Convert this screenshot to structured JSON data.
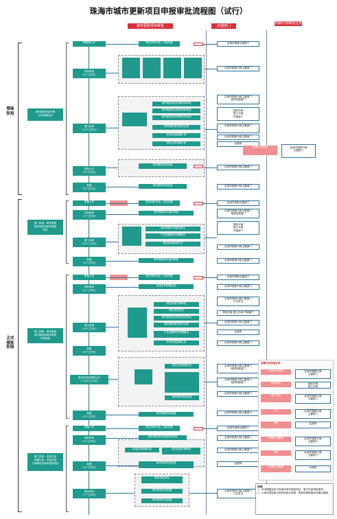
{
  "title": "珠海市城市更新项目申报审批流程图（试行）",
  "columns": {
    "left": "城市更新项目审批",
    "middle": "办理部门",
    "right": "前期计划审批业务"
  },
  "stages": {
    "pre": "预审\n阶段",
    "formal": "正式\n报批\n阶段"
  },
  "phases": {
    "p0": "城市更新项目申报\n主体资格认定",
    "p1": "第一阶段：城市更新\n单元规划及城市更新\n项目",
    "p2": "第二阶段：城市更新\n单元规划及城市更新\n专项规划",
    "p3": "第三阶段：实施主体\n资格认定、项目实施\n方案审批及城市更新项目"
  },
  "steps": [
    {
      "label": "预受理入件"
    },
    {
      "label": "材料审查\n（3个工作日）"
    },
    {
      "label": "部门会审\n（15个工作日）"
    },
    {
      "label": "网站公示\n（5个工作日）"
    },
    {
      "label": "批复\n（3个工作日）"
    },
    {
      "label": "受理入件"
    },
    {
      "label": "材料审查\n（2个工作日）"
    },
    {
      "label": "部门会审\n（15个工作日）"
    },
    {
      "label": "批复\n（3个工作日）"
    },
    {
      "label": "受理入件"
    },
    {
      "label": "材料审查\n（2个工作日）"
    },
    {
      "label": "部门会审\n（20个工作日）"
    },
    {
      "label": "批复\n（3个工作日）"
    },
    {
      "label": "意见征询及审批公示\n（1-28个工作日）"
    },
    {
      "label": "批复\n（3个工作日）"
    },
    {
      "label": "受理入件"
    },
    {
      "label": "材料审查\n（2个工作日）"
    },
    {
      "label": "批复\n（3个工作日）"
    },
    {
      "label": "联合审查\n（7个工作日）"
    }
  ],
  "tasks": [
    "提交材料齐全、内容完整",
    "城市更新项目申报材料审查",
    "城市更新单元规划材料审查",
    "城市更新项目审批意见征询",
    "城市更新规划意见征询",
    "意见征询结果汇总",
    "项目主体资格认定",
    "城市更新项目批复",
    "产业发展研究专题报告",
    "城市更新单元规划审批",
    "城市更新专项规划意见",
    "建设用地规划许可",
    "实施主体资格认定",
    "项目实施方案审批",
    "联合审查意见"
  ],
  "departments": [
    "区城市更新主管部门",
    "区城市更新行政主管部门",
    "区城市更新行政主管部门\n相关职能部门",
    "规划分局\n国土分局\n环保部门",
    "区城市更新行政主管部门",
    "区政府",
    "区城市更新行政主管部门\n汇总意见"
  ],
  "right_panel": {
    "title": "前期计划审批业务",
    "items": [
      "前期计划申报",
      "材料审查",
      "部门会审",
      "公示",
      "批复",
      "前期计划备案"
    ],
    "depts": [
      "区城市更新行政\n主管部门",
      "规划分局\n国土分局",
      "区政府"
    ],
    "note_title": "说明：",
    "note": "1、本流程图适用于珠海市城市更新项目，属于市级审批事项；\n2、以城市更新单元规划审批为前提，审批时限按照实际情况调整。"
  },
  "colors": {
    "red": "#d6333d",
    "teal": "#1f9a8c",
    "blue": "#2c6e9a",
    "pink": "#f08f91"
  }
}
